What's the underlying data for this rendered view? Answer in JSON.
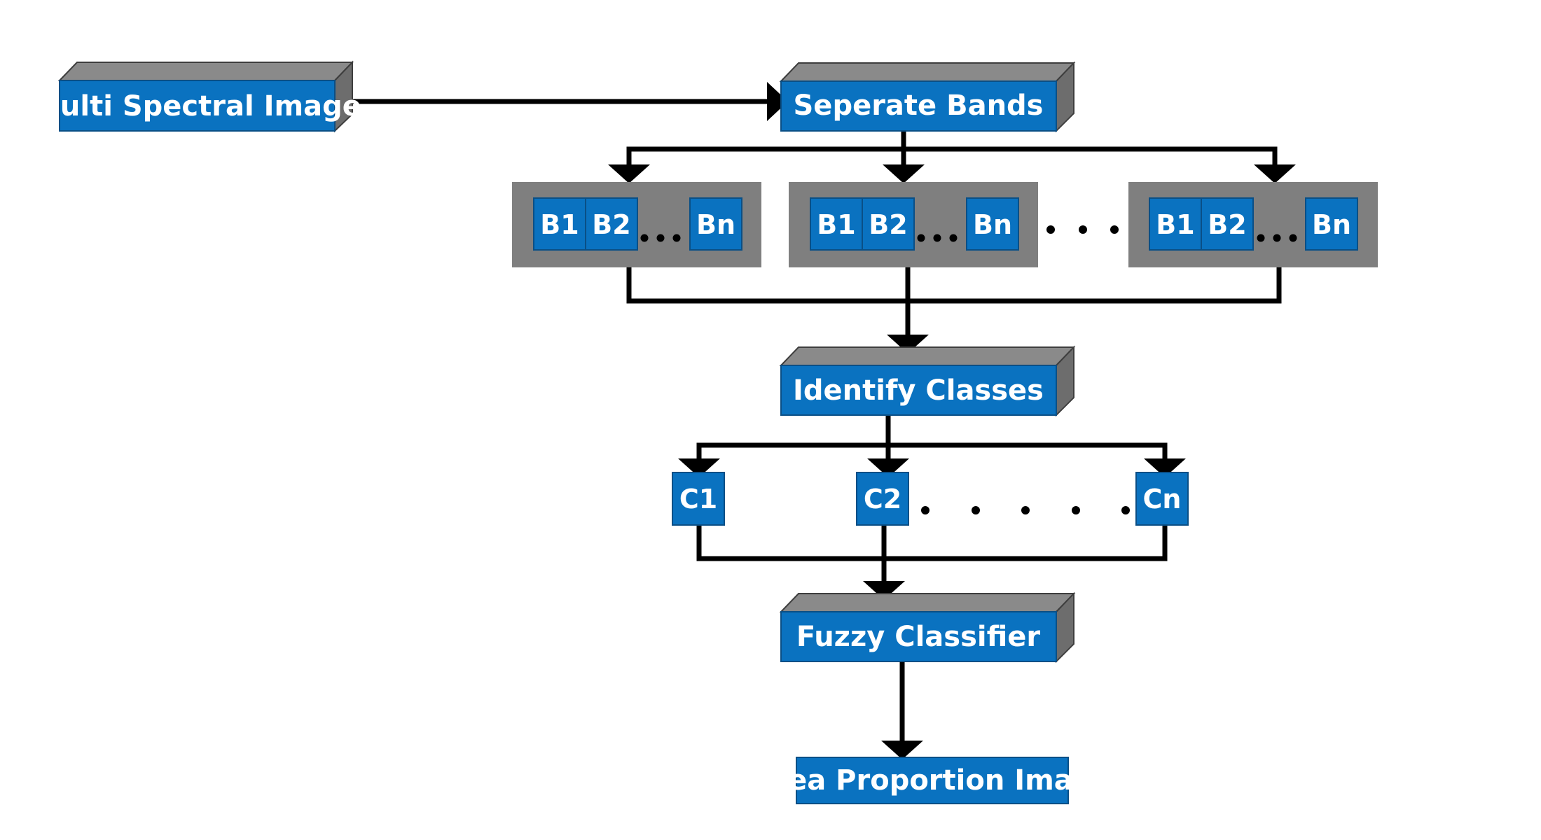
{
  "colors": {
    "box_fill": "#0a72c0",
    "box_stroke": "#0a4f86",
    "box_top": "#8a8a8a",
    "box_side": "#6d6d6d",
    "group_fill": "#7f7f7f",
    "connector": "#000000",
    "text": "#ffffff"
  },
  "nodes": {
    "multi_spectral": "Multi Spectral Image",
    "separate_bands": "Seperate Bands",
    "identify_classes": "Identify Classes",
    "fuzzy_classifier": "Fuzzy Classifier",
    "area_proportion": "Area Proportion Image"
  },
  "band_groups": [
    {
      "bands": [
        "B1",
        "B2",
        "Bn"
      ]
    },
    {
      "bands": [
        "B1",
        "B2",
        "Bn"
      ]
    },
    {
      "bands": [
        "B1",
        "B2",
        "Bn"
      ]
    }
  ],
  "classes": [
    "C1",
    "C2",
    "Cn"
  ]
}
